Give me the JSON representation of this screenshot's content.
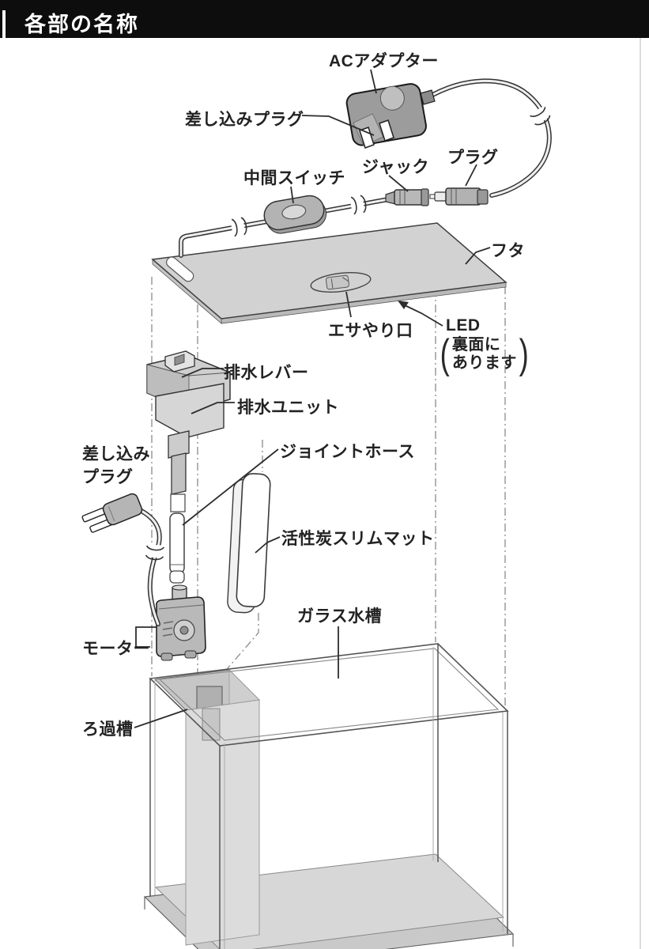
{
  "header": {
    "title": "各部の名称"
  },
  "diagram": {
    "labels": {
      "ac_adapter": "ACアダプター",
      "plug_insert_top": "差し込みプラグ",
      "middle_switch": "中間スイッチ",
      "jack": "ジャック",
      "plug": "プラグ",
      "lid": "フタ",
      "feeding_port": "エサやり口",
      "led": "LED",
      "led_note_open_paren": "(",
      "led_note_line1": "裏面に",
      "led_note_line2": "あります",
      "led_note_close_paren": ")",
      "drain_lever": "排水レバー",
      "drain_unit": "排水ユニット",
      "joint_hose": "ジョイントホース",
      "plug_insert_bottom_line1": "差し込み",
      "plug_insert_bottom_line2": "プラグ",
      "carbon_mat": "活性炭スリムマット",
      "glass_tank": "ガラス水槽",
      "motor": "モーター",
      "filter_tank": "ろ過槽"
    },
    "colors": {
      "header_bg": "#0d0d0d",
      "header_text": "#ffffff",
      "label_text": "#222222",
      "outline": "#3a3a3a",
      "lid_fill": "#d2d2d2",
      "device_fill": "#9c9c9c",
      "switch_fill": "#b3b3b3",
      "tank_floor_fill": "#d7d7d7",
      "background": "#ffffff"
    }
  }
}
